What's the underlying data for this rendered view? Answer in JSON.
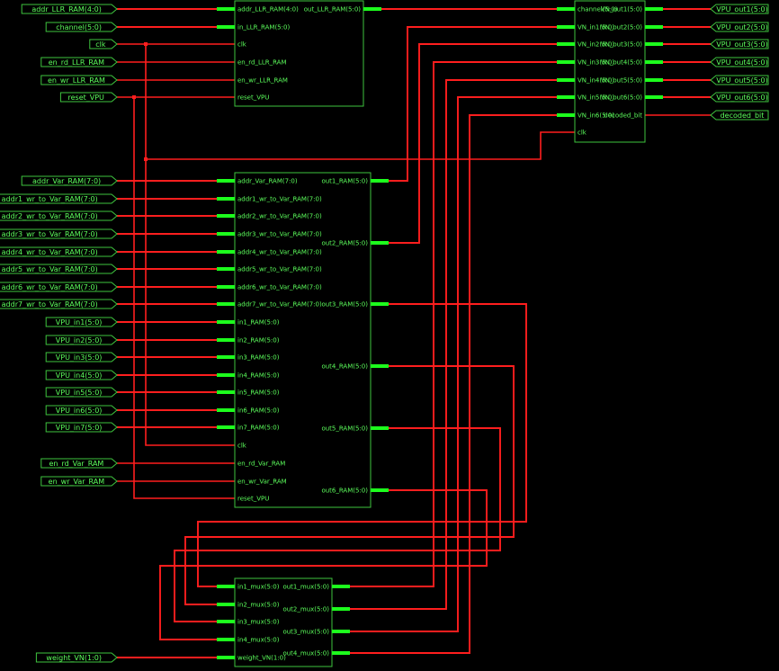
{
  "ports_left": [
    "addr_LLR_RAM(4:0)",
    "channel(5:0)",
    "clk",
    "en_rd_LLR_RAM",
    "en_wr_LLR_RAM",
    "reset_VPU",
    "addr_Var_RAM(7:0)",
    "addr1_wr_to_Var_RAM(7:0)",
    "addr2_wr_to_Var_RAM(7:0)",
    "addr3_wr_to_Var_RAM(7:0)",
    "addr4_wr_to_Var_RAM(7:0)",
    "addr5_wr_to_Var_RAM(7:0)",
    "addr6_wr_to_Var_RAM(7:0)",
    "addr7_wr_to_Var_RAM(7:0)",
    "VPU_in1(5:0)",
    "VPU_in2(5:0)",
    "VPU_in3(5:0)",
    "VPU_in4(5:0)",
    "VPU_in5(5:0)",
    "VPU_in6(5:0)",
    "VPU_in7(5:0)",
    "en_rd_Var_RAM",
    "en_wr_Var_RAM",
    "weight_VN(1:0)"
  ],
  "ports_right": [
    "VPU_out1(5:0)",
    "VPU_out2(5:0)",
    "VPU_out3(5:0)",
    "VPU_out4(5:0)",
    "VPU_out5(5:0)",
    "VPU_out6(5:0)",
    "decoded_bit"
  ],
  "blocks": {
    "llr_ram": {
      "inputs": [
        "addr_LLR_RAM(4:0)",
        "in_LLR_RAM(5:0)",
        "clk",
        "en_rd_LLR_RAM",
        "en_wr_LLR_RAM",
        "reset_VPU"
      ],
      "outputs": [
        "out_LLR_RAM(5:0)"
      ]
    },
    "var_ram": {
      "inputs": [
        "addr_Var_RAM(7:0)",
        "addr1_wr_to_Var_RAM(7:0)",
        "addr2_wr_to_Var_RAM(7:0)",
        "addr3_wr_to_Var_RAM(7:0)",
        "addr4_wr_to_Var_RAM(7:0)",
        "addr5_wr_to_Var_RAM(7:0)",
        "addr6_wr_to_Var_RAM(7:0)",
        "addr7_wr_to_Var_RAM(7:0)",
        "in1_RAM(5:0)",
        "in2_RAM(5:0)",
        "in3_RAM(5:0)",
        "in4_RAM(5:0)",
        "in5_RAM(5:0)",
        "in6_RAM(5:0)",
        "in7_RAM(5:0)",
        "clk",
        "en_rd_Var_RAM",
        "en_wr_Var_RAM",
        "reset_VPU"
      ],
      "outputs": [
        "out1_RAM(5:0)",
        "out2_RAM(5:0)",
        "out3_RAM(5:0)",
        "out4_RAM(5:0)",
        "out5_RAM(5:0)",
        "out6_RAM(5:0)"
      ]
    },
    "vn": {
      "inputs": [
        "channel(5:0)",
        "VN_in1(5:0)",
        "VN_in2(5:0)",
        "VN_in3(5:0)",
        "VN_in4(5:0)",
        "VN_in5(5:0)",
        "VN_in6(5:0)",
        "clk"
      ],
      "outputs": [
        "VN_out1(5:0)",
        "VN_out2(5:0)",
        "VN_out3(5:0)",
        "VN_out4(5:0)",
        "VN_out5(5:0)",
        "VN_out6(5:0)",
        "decoded_bit"
      ]
    },
    "mux": {
      "inputs": [
        "in1_mux(5:0)",
        "in2_mux(5:0)",
        "in3_mux(5:0)",
        "in4_mux(5:0)",
        "weight_VN(1:0)"
      ],
      "outputs": [
        "out1_mux(5:0)",
        "out2_mux(5:0)",
        "out3_mux(5:0)",
        "out4_mux(5:0)"
      ]
    }
  }
}
